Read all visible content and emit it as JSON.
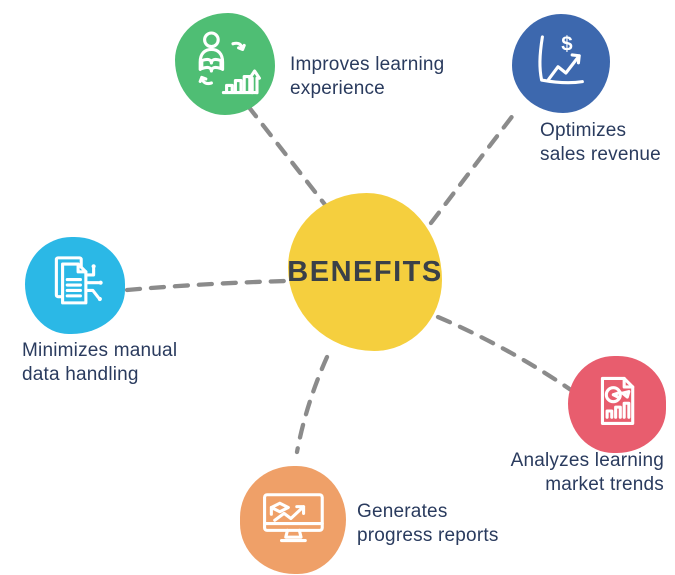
{
  "diagram": {
    "center": {
      "label": "BENEFITS",
      "color": "#F5CF3E",
      "text_color": "#3A4048"
    },
    "connector_color": "#8B8B8B",
    "label_color": "#2A3B5E",
    "nodes": [
      {
        "id": "improves-learning-experience",
        "icon": "learning-growth-icon",
        "color": "#4FBE74",
        "lines": [
          "Improves learning",
          "experience"
        ]
      },
      {
        "id": "optimizes-sales-revenue",
        "icon": "sales-growth-chart-icon",
        "color": "#3D68AE",
        "glyph": "$",
        "lines": [
          "Optimizes",
          "sales revenue"
        ]
      },
      {
        "id": "minimizes-manual-data-handling",
        "icon": "documents-data-icon",
        "color": "#2BB8E6",
        "lines": [
          "Minimizes manual",
          "data handling"
        ]
      },
      {
        "id": "analyzes-learning-market-trends",
        "icon": "market-report-icon",
        "color": "#E85D6E",
        "lines": [
          "Analyzes learning",
          "market trends"
        ]
      },
      {
        "id": "generates-progress-reports",
        "icon": "progress-monitor-icon",
        "color": "#EFA068",
        "lines": [
          "Generates",
          "progress reports"
        ]
      }
    ]
  }
}
